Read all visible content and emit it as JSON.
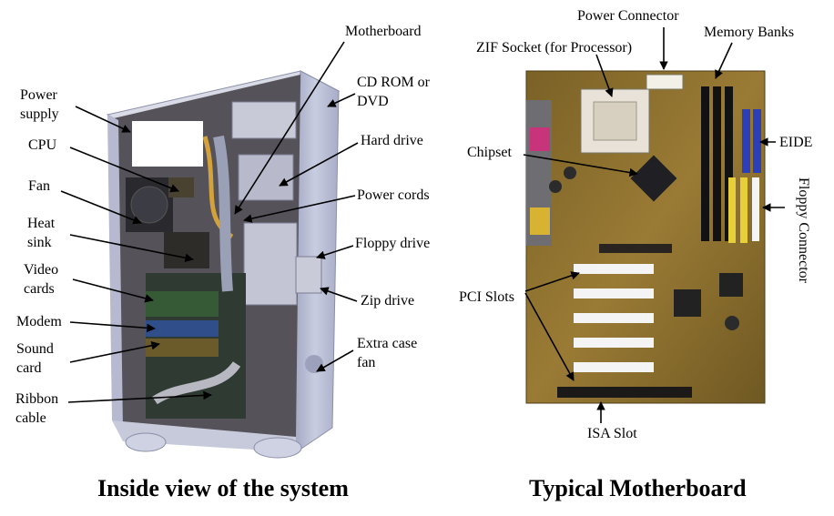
{
  "left_panel": {
    "caption": "Inside view of the system",
    "labels": {
      "motherboard": "Motherboard",
      "power_supply": "Power supply",
      "cd_rom": "CD ROM or DVD",
      "cpu": "CPU",
      "hard_drive": "Hard drive",
      "fan": "Fan",
      "power_cords": "Power cords",
      "heat_sink": "Heat sink",
      "floppy_drive": "Floppy drive",
      "video_cards": "Video cards",
      "zip_drive": "Zip drive",
      "modem": "Modem",
      "sound_card": "Sound card",
      "extra_case_fan": "Extra case fan",
      "ribbon_cable": "Ribbon cable"
    }
  },
  "right_panel": {
    "caption": "Typical Motherboard",
    "labels": {
      "power_connector": "Power Connector",
      "zif_socket": "ZIF Socket (for Processor)",
      "memory_banks": "Memory Banks",
      "chipset": "Chipset",
      "eide": "EIDE",
      "floppy_connector": "Floppy Connector",
      "pci_slots": "PCI Slots",
      "isa_slot": "ISA Slot"
    }
  },
  "colors": {
    "case_metal": "#b9bdd3",
    "board": "#8a6d2c",
    "white_slot": "#f4f4f4",
    "eide_blue": "#2a3fb8",
    "floppy_yellow": "#e7cf39"
  }
}
